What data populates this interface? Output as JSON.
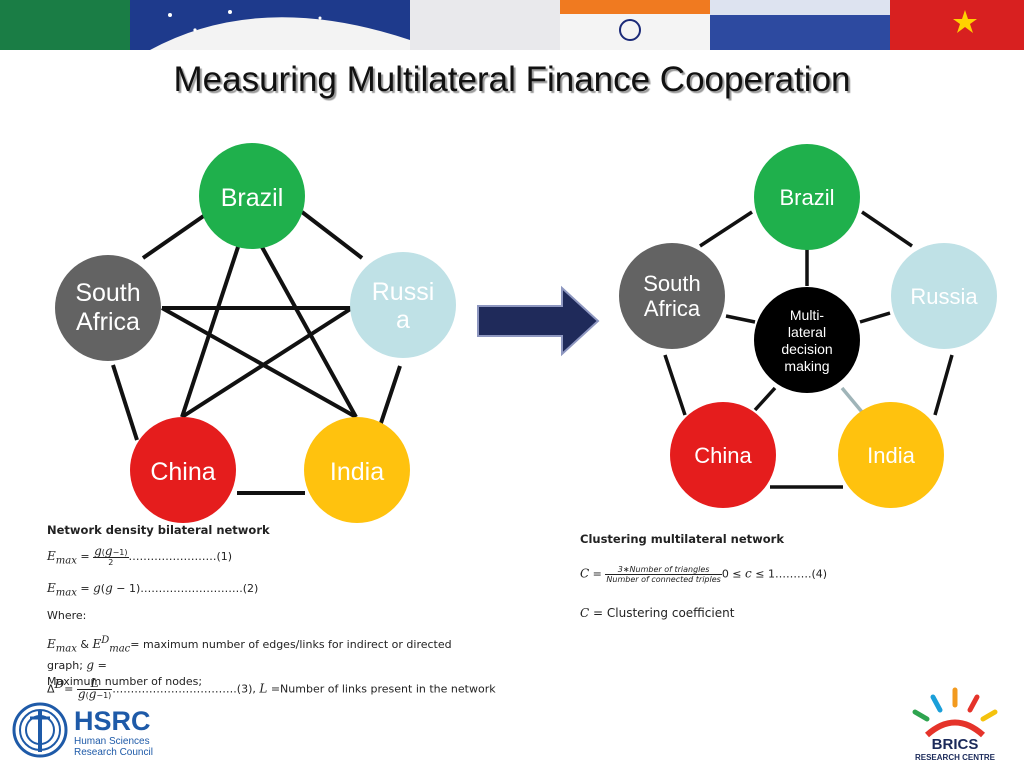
{
  "title": "Measuring Multilateral Finance Cooperation",
  "left_diagram": {
    "nodes": [
      {
        "id": "brazil",
        "lines": [
          "Brazil"
        ],
        "color": "#1fb04c"
      },
      {
        "id": "russia",
        "lines": [
          "Russi",
          "a"
        ],
        "color": "#bfe1e6"
      },
      {
        "id": "india",
        "lines": [
          "India"
        ],
        "color": "#ffc20e"
      },
      {
        "id": "china",
        "lines": [
          "China"
        ],
        "color": "#e51d1d"
      },
      {
        "id": "south_africa",
        "lines": [
          "South",
          "Africa"
        ],
        "color": "#636363"
      }
    ]
  },
  "right_diagram": {
    "nodes": [
      {
        "id": "brazil",
        "lines": [
          "Brazil"
        ],
        "color": "#1fb04c"
      },
      {
        "id": "russia",
        "lines": [
          "Russia"
        ],
        "color": "#bfe1e6"
      },
      {
        "id": "india",
        "lines": [
          "India"
        ],
        "color": "#ffc20e"
      },
      {
        "id": "china",
        "lines": [
          "China"
        ],
        "color": "#e51d1d"
      },
      {
        "id": "south_africa",
        "lines": [
          "South",
          "Africa"
        ],
        "color": "#636363"
      }
    ],
    "center": {
      "lines": [
        "Multi-",
        "lateral",
        "decision",
        "making"
      ],
      "color": "#000000"
    }
  },
  "arrow_color": "#1f2a5a",
  "formulas_left": {
    "heading": "Network density bilateral network",
    "where": "Where:",
    "f1_dots": "……………………(1)",
    "f2_dots": "……………………….(2)",
    "f3_dots": "…………………………….(3),",
    "max_def": "= maximum number of edges/links for indirect or directed graph;",
    "max_nodes": "Maximum number of nodes;",
    "links_def": "=Number of links present in the network"
  },
  "formulas_right": {
    "heading": "Clustering multilateral network",
    "numerator": "3∗Number of triangles",
    "denominator": "Number of connected triples",
    "range_suffix": "……….(4)",
    "coef_def": "= Clustering coefficient"
  },
  "logos": {
    "hsrc_name": "HSRC",
    "hsrc_line1": "Human Sciences",
    "hsrc_line2": "Research Council",
    "brics_name": "BRICS",
    "brics_sub": "RESEARCH CENTRE"
  }
}
